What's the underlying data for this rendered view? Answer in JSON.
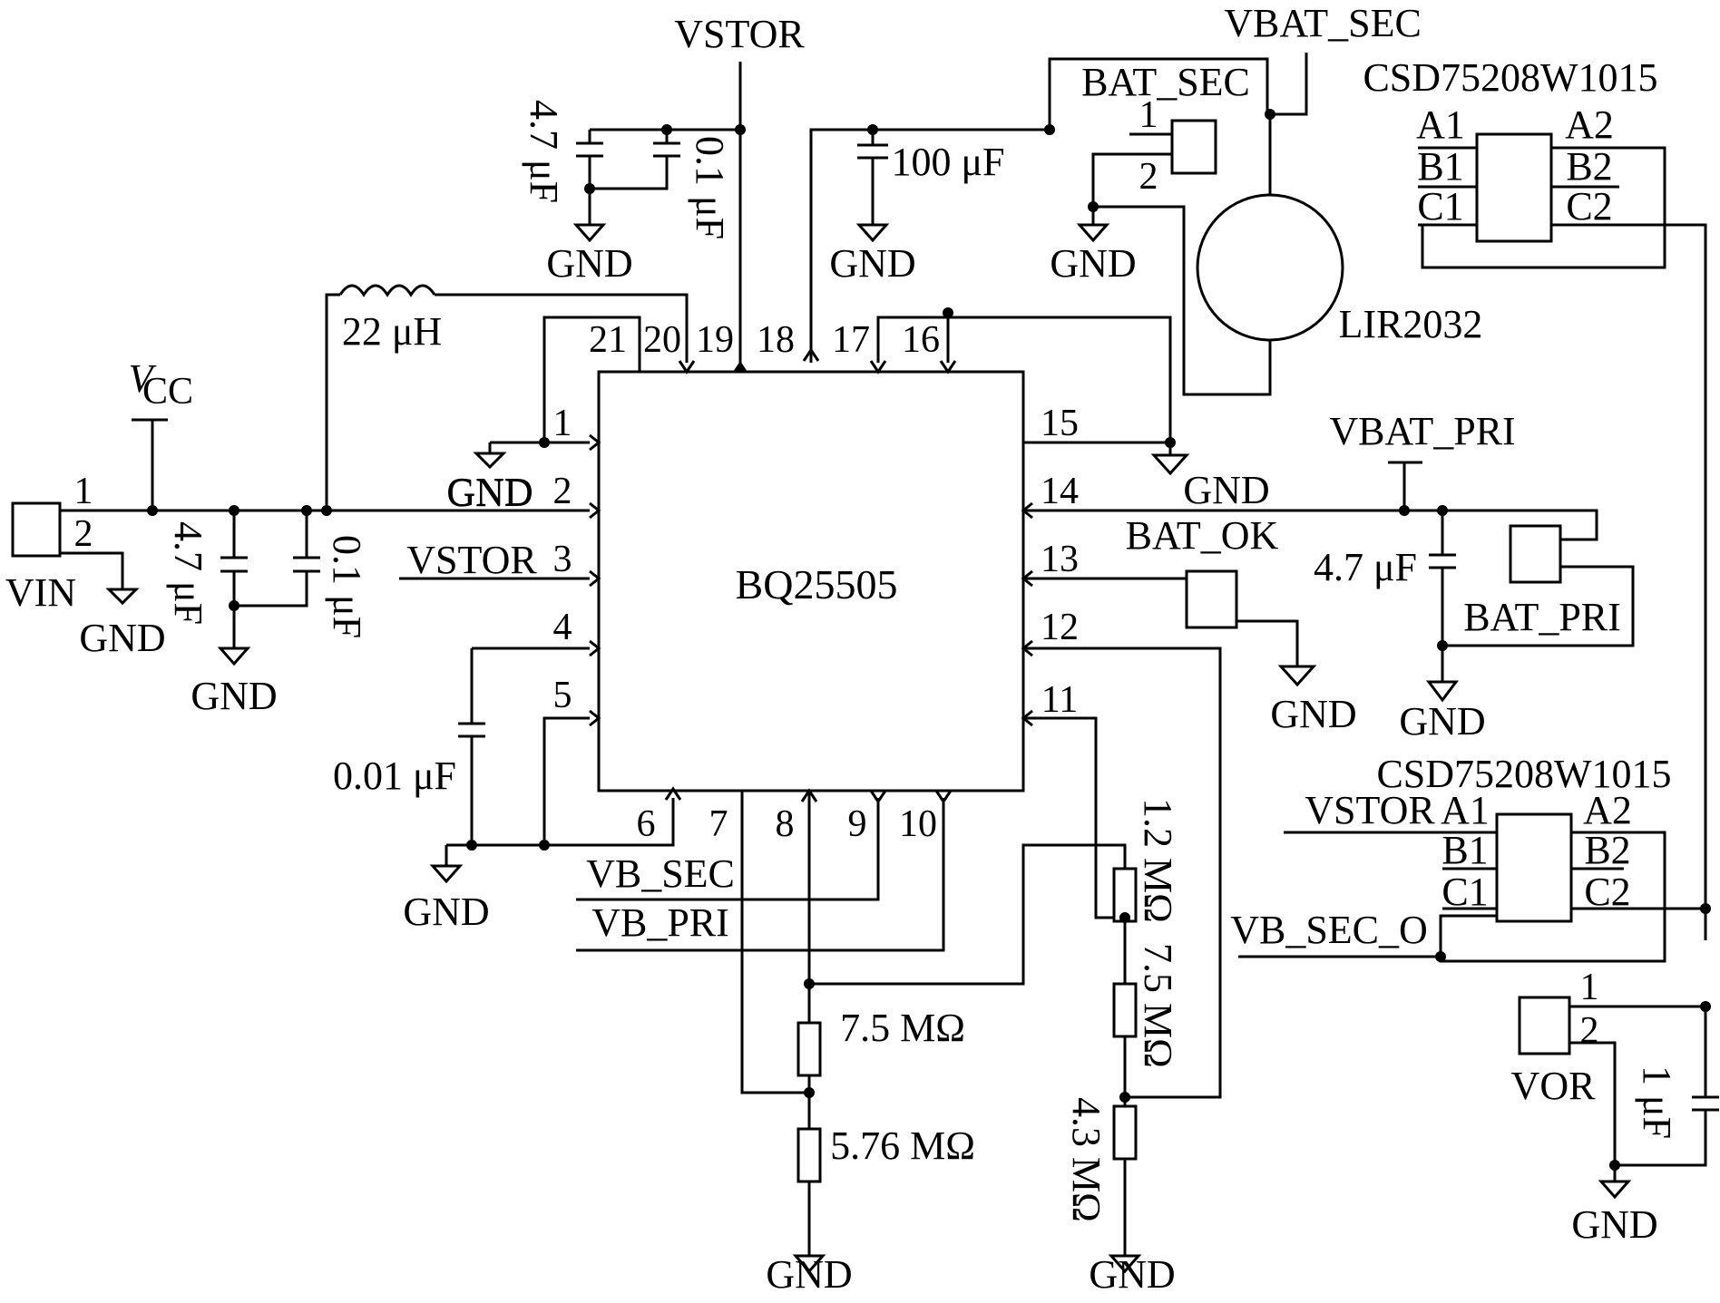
{
  "ic": {
    "name": "BQ25505"
  },
  "pins": {
    "p1": "1",
    "p2": "2",
    "p3": "3",
    "p4": "4",
    "p5": "5",
    "p6": "6",
    "p7": "7",
    "p8": "8",
    "p9": "9",
    "p10": "10",
    "p11": "11",
    "p12": "12",
    "p13": "13",
    "p14": "14",
    "p15": "15",
    "p16": "16",
    "p17": "17",
    "p18": "18",
    "p19": "19",
    "p20": "20",
    "p21": "21"
  },
  "nets": {
    "vstor_top": "VSTOR",
    "vbat_sec": "VBAT_SEC",
    "bat_sec": "BAT_SEC",
    "vcc_main": "V",
    "vcc_sub": "CC",
    "vin": "VIN",
    "vstor_3": "VSTOR",
    "bat_ok": "BAT_OK",
    "vbat_pri": "VBAT_PRI",
    "bat_pri": "BAT_PRI",
    "vb_sec": "VB_SEC",
    "vb_pri": "VB_PRI",
    "vstor_q2": "VSTOR",
    "vb_sec_o": "VB_SEC_O",
    "vor": "VOR",
    "gnd": "GND"
  },
  "components": {
    "c_top1": "4.7 μF",
    "c_top2": "0.1 μF",
    "inductor": "22 μH",
    "c_100": "100 μF",
    "battery": "LIR2032",
    "c_in1": "4.7 μF",
    "c_in2": "0.1 μF",
    "c_001": "0.01 μF",
    "c_pri": "4.7 μF",
    "r1": "7.5 MΩ",
    "r2": "5.76 MΩ",
    "r3": "1.2 MΩ",
    "r4": "7.5 MΩ",
    "r5": "4.3 MΩ",
    "c_out": "1 μF",
    "q_part": "CSD75208W1015"
  },
  "q_pins": {
    "a1": "A1",
    "a2": "A2",
    "b1": "B1",
    "b2": "B2",
    "c1": "C1",
    "c2": "C2"
  },
  "conn_pins": {
    "one": "1",
    "two": "2"
  }
}
